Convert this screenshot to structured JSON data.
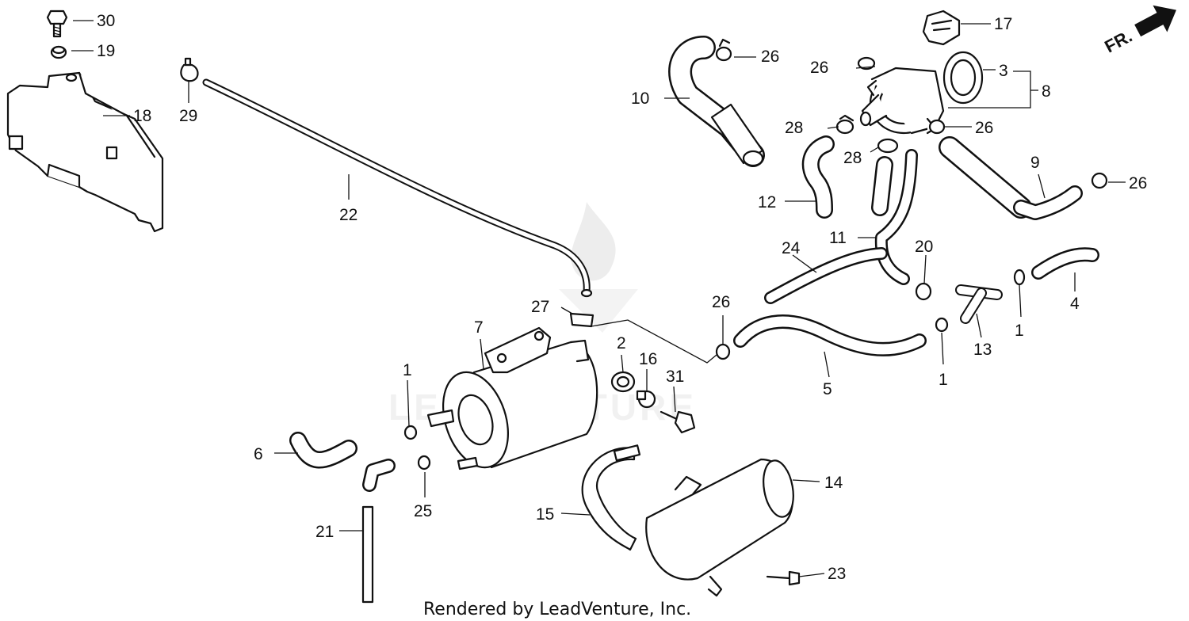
{
  "diagram": {
    "callouts": {
      "c1a": "1",
      "c1b": "1",
      "c1c": "1",
      "c2": "2",
      "c3": "3",
      "c4": "4",
      "c5": "5",
      "c6": "6",
      "c7": "7",
      "c8": "8",
      "c9": "9",
      "c10": "10",
      "c11": "11",
      "c12": "12",
      "c13": "13",
      "c14": "14",
      "c15": "15",
      "c16": "16",
      "c17": "17",
      "c18": "18",
      "c19": "19",
      "c20": "20",
      "c21": "21",
      "c22": "22",
      "c23": "23",
      "c24": "24",
      "c25": "25",
      "c26a": "26",
      "c26b": "26",
      "c26c": "26",
      "c26d": "26",
      "c26e": "26",
      "c27": "27",
      "c28a": "28",
      "c28b": "28",
      "c29": "29",
      "c30": "30",
      "c31": "31"
    },
    "direction_label": "FR.",
    "watermark": "LEADVENTURE",
    "footer": "Rendered by LeadVenture, Inc."
  }
}
